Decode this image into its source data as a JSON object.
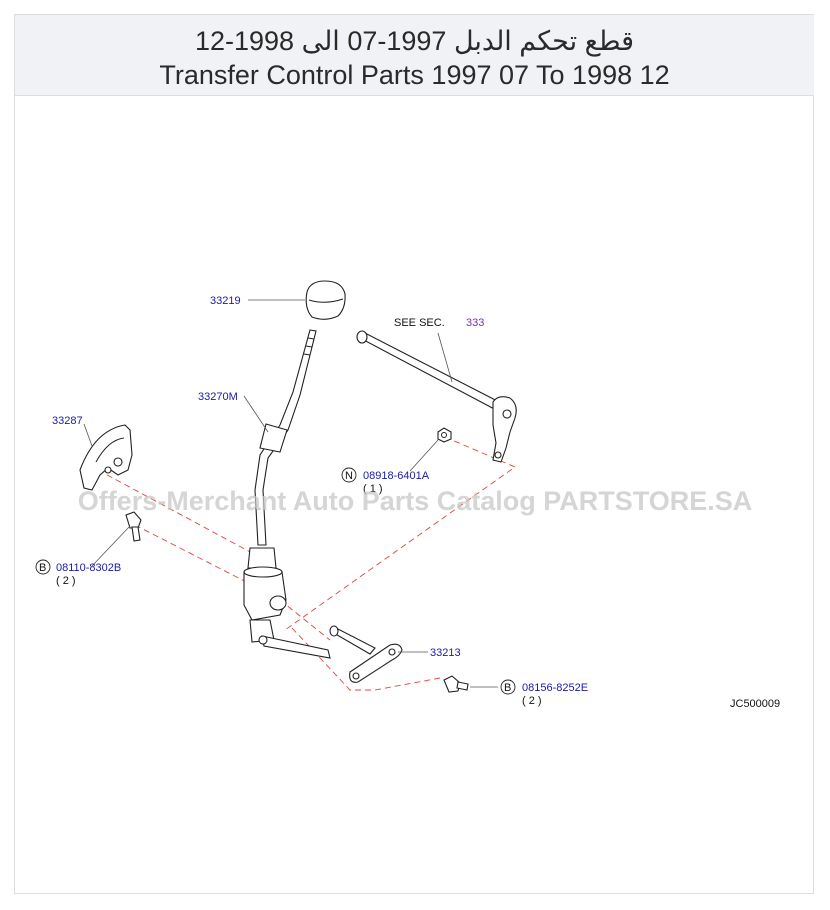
{
  "header": {
    "title_ar": "قطع تحكم الدبل 1997-07 الى 1998-12",
    "title_en": "Transfer Control Parts 1997 07 To 1998 12"
  },
  "diagram": {
    "code": "JC500009",
    "watermark": "Offers-Merchant Auto Parts Catalog PARTSTORE.SA",
    "see_sec": {
      "prefix": "SEE  SEC.",
      "section": "333"
    },
    "parts": [
      {
        "id": "33219"
      },
      {
        "id": "33270M"
      },
      {
        "id": "33287"
      },
      {
        "id": "33213"
      }
    ],
    "fasteners": [
      {
        "badge": "N",
        "code": "08918-6401A",
        "qty": "( 1 )"
      },
      {
        "badge": "B",
        "code": "08110-8302B",
        "qty": "( 2 )"
      },
      {
        "badge": "B",
        "code": "08156-8252E",
        "qty": "( 2 )"
      }
    ]
  }
}
